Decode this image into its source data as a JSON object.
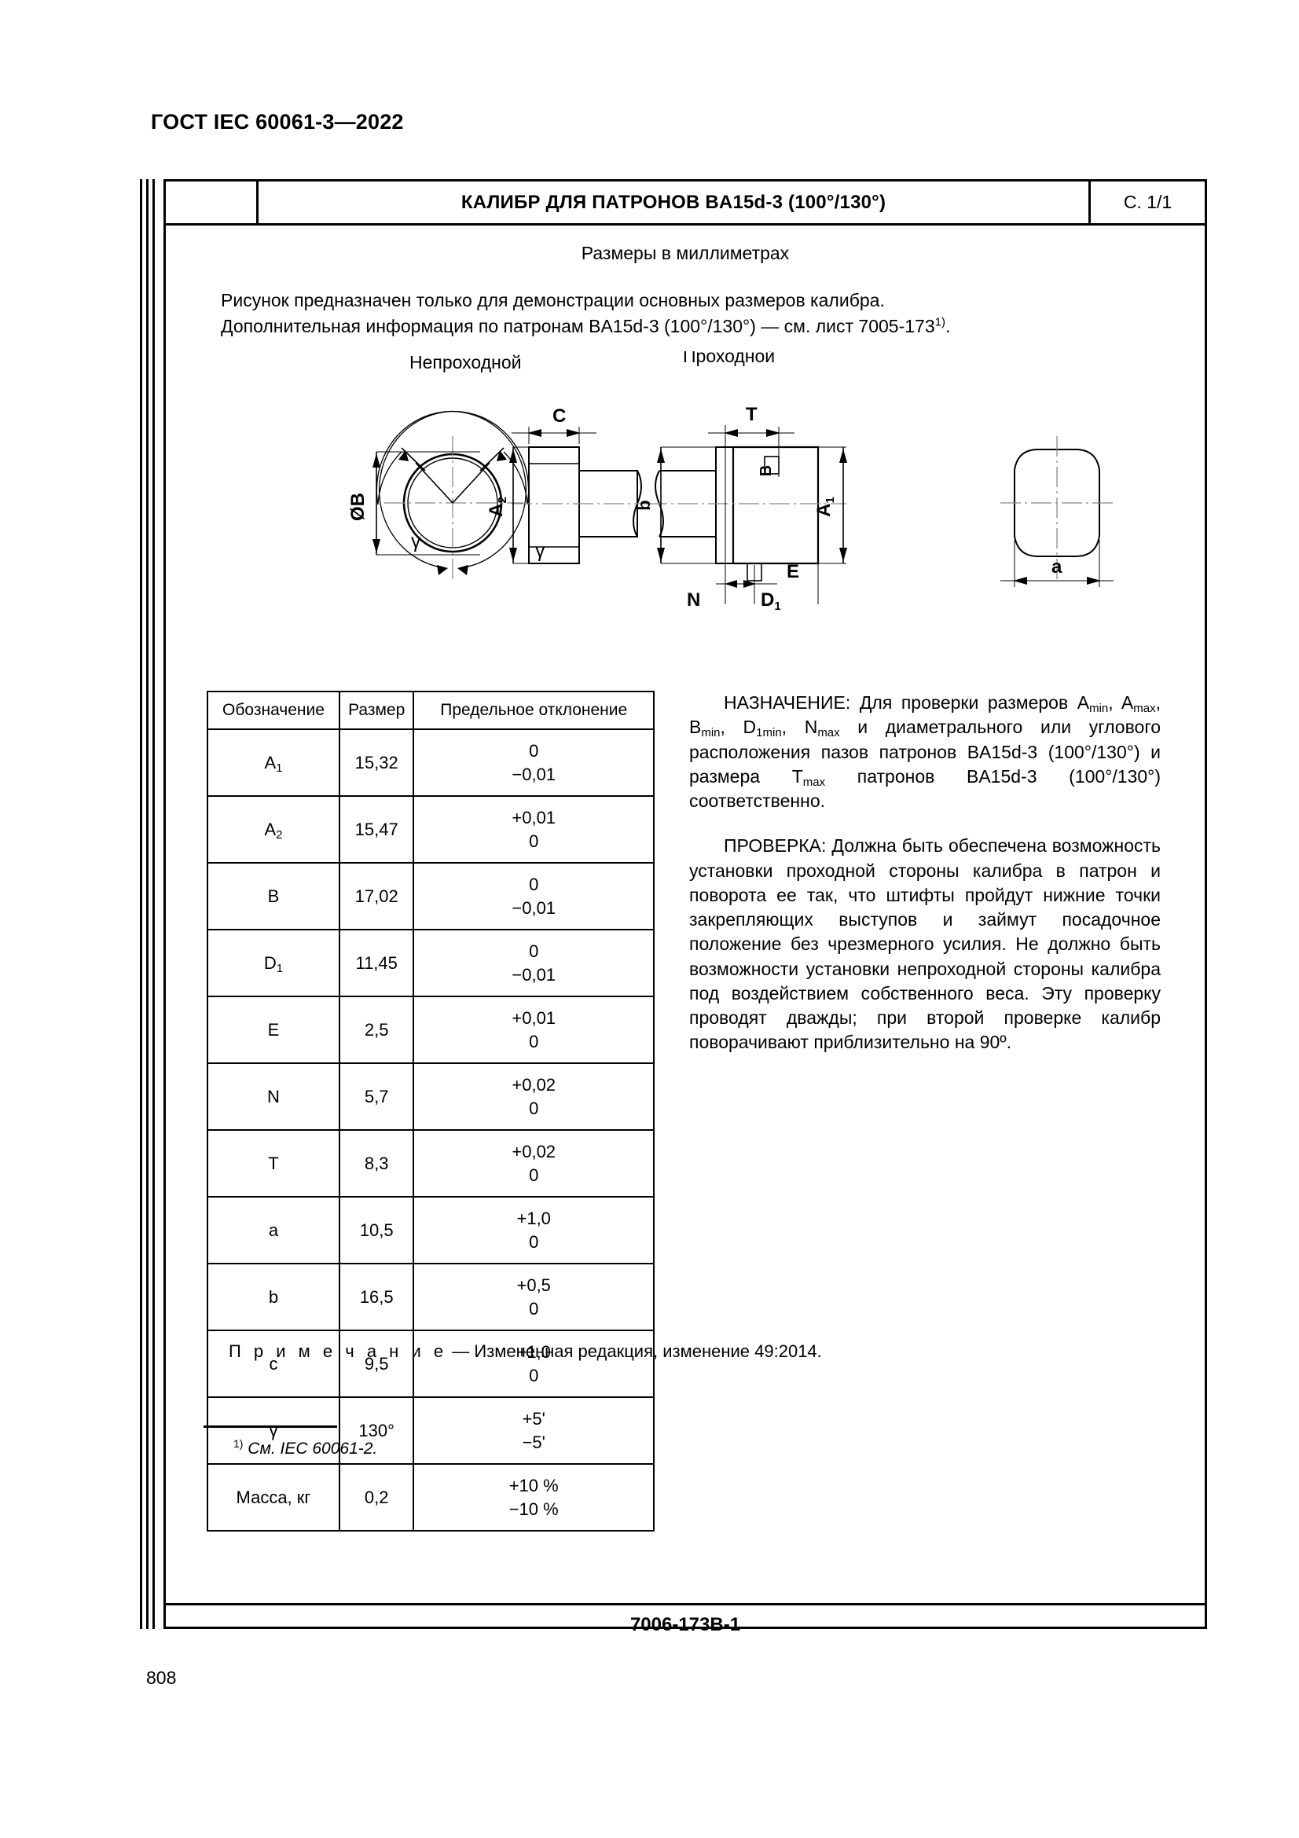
{
  "header": {
    "standard_code": "ГОСТ IEC 60061-3—2022"
  },
  "sheet": {
    "title": "КАЛИБР ДЛЯ ПАТРОНОВ BA15d-3 (100°/130°)",
    "page_indicator": "С. 1/1",
    "units_note": "Размеры в миллиметрах",
    "intro_line1": "Рисунок предназначен только для демонстрации основных размеров калибра.",
    "intro_line2_pre": "Дополнительная информация по патронам BA15d-3 (100°/130°) — см. лист 7005-173",
    "intro_line2_fn": "1)",
    "intro_line2_post": ".",
    "footer_code": "7006-173B-1"
  },
  "drawing": {
    "label_nogo": "Непроходной",
    "label_go": "Проходной",
    "dim_OB": "ØB",
    "dim_gamma_left": "γ",
    "dim_gamma_right": "γ",
    "dim_C": "C",
    "dim_A2": "A",
    "dim_A2_sub": "2",
    "dim_T": "T",
    "dim_b": "b",
    "dim_B_hidden": "B",
    "dim_A1": "A",
    "dim_A1_sub": "1",
    "dim_E": "E",
    "dim_N": "N",
    "dim_D1": "D",
    "dim_D1_sub": "1",
    "dim_a": "a"
  },
  "table": {
    "headers": [
      "Обозначение",
      "Размер",
      "Предельное отклонение"
    ],
    "rows": [
      {
        "symbol": "A",
        "sub": "1",
        "size": "15,32",
        "tol_upper": "0",
        "tol_lower": "−0,01"
      },
      {
        "symbol": "A",
        "sub": "2",
        "size": "15,47",
        "tol_upper": "+0,01",
        "tol_lower": "0"
      },
      {
        "symbol": "B",
        "sub": "",
        "size": "17,02",
        "tol_upper": "0",
        "tol_lower": "−0,01"
      },
      {
        "symbol": "D",
        "sub": "1",
        "size": "11,45",
        "tol_upper": "0",
        "tol_lower": "−0,01"
      },
      {
        "symbol": "E",
        "sub": "",
        "size": "2,5",
        "tol_upper": "+0,01",
        "tol_lower": "0"
      },
      {
        "symbol": "N",
        "sub": "",
        "size": "5,7",
        "tol_upper": "+0,02",
        "tol_lower": "0"
      },
      {
        "symbol": "T",
        "sub": "",
        "size": "8,3",
        "tol_upper": "+0,02",
        "tol_lower": "0"
      },
      {
        "symbol": "a",
        "sub": "",
        "size": "10,5",
        "tol_upper": "+1,0",
        "tol_lower": "0"
      },
      {
        "symbol": "b",
        "sub": "",
        "size": "16,5",
        "tol_upper": "+0,5",
        "tol_lower": "0"
      },
      {
        "symbol": "c",
        "sub": "",
        "size": "9,5",
        "tol_upper": "+1,0",
        "tol_lower": "0"
      },
      {
        "symbol": "γ",
        "sub": "",
        "size": "130°",
        "tol_upper": "+5'",
        "tol_lower": "−5'"
      },
      {
        "symbol": "Масса, кг",
        "sub": "",
        "size": "0,2",
        "tol_upper": "+10 %",
        "tol_lower": "−10 %"
      }
    ]
  },
  "purpose": {
    "label": "НАЗНАЧЕНИЕ:",
    "text_a": " Для проверки размеров A",
    "sub_1": "min",
    "text_b": ", A",
    "sub_2": "max",
    "text_c": ", B",
    "sub_3": "min",
    "text_d": ", D",
    "sub_4": "1min",
    "text_e": ", N",
    "sub_5": "max",
    "text_f": " и диаметрального или углового расположения пазов патронов BA15d-3 (100°/130°) и размера T",
    "sub_6": "max",
    "text_g": " патронов BA15d-3 (100°/130°) соответственно."
  },
  "verification": {
    "label": "ПРОВЕРКА:",
    "text": " Должна быть обеспечена возможность установки проходной стороны калибра в патрон и поворота ее так, что штифты пройдут нижние точки закрепляющих выступов и займут посадочное положение без чрезмерного усилия. Не должно быть возможности установки непроходной стороны калибра под воздействием собственного веса. Эту проверку проводят дважды; при второй проверке калибр поворачивают приблизительно на 90º."
  },
  "note": {
    "label": "П р и м е ч а н и е",
    "text": " — Измененная редакция, изменение 49:2014."
  },
  "footnote": {
    "marker": "1)",
    "text": " См. IEC 60061-2."
  },
  "page_number": "808"
}
